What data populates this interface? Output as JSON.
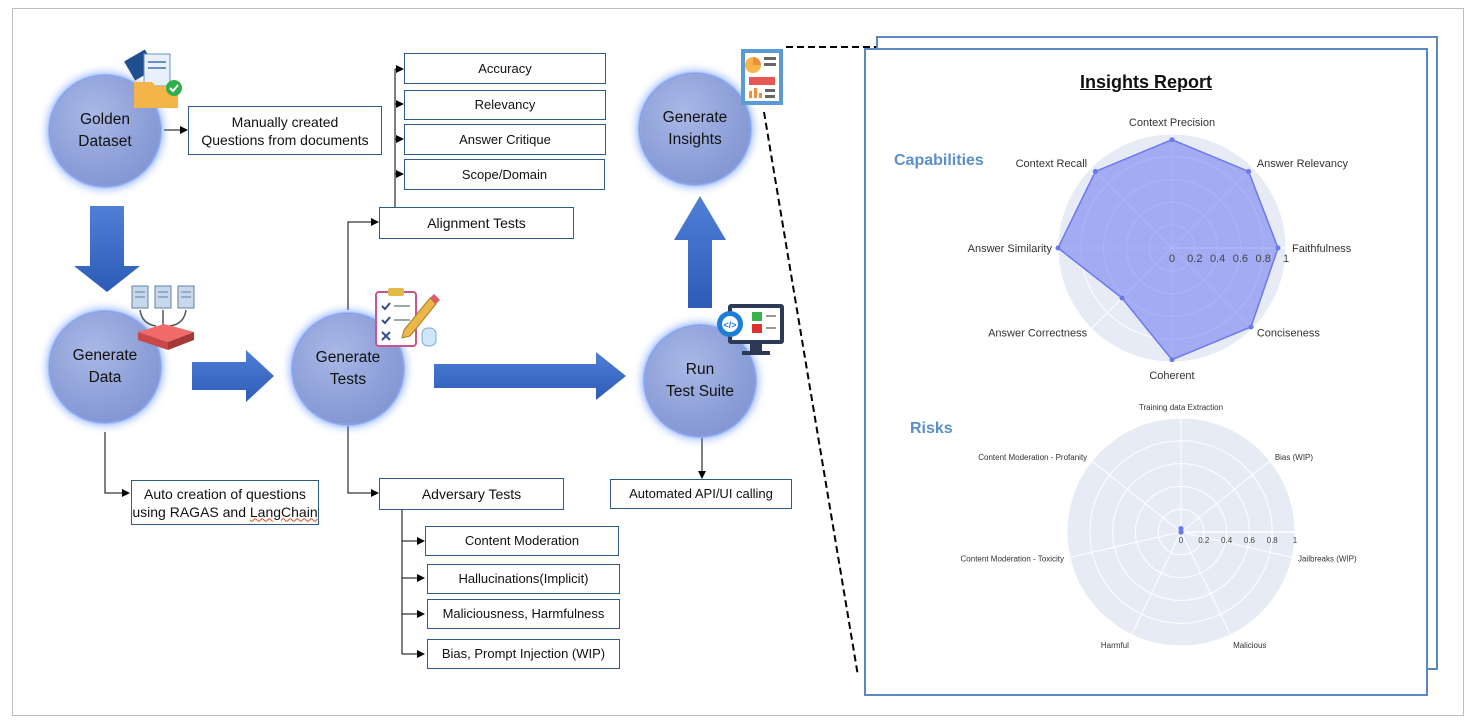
{
  "nodes": {
    "golden_dataset": "Golden\nDataset",
    "generate_data": "Generate\nData",
    "generate_tests": "Generate\nTests",
    "run_test_suite": "Run\nTest Suite",
    "generate_insights": "Generate\nInsights"
  },
  "notes": {
    "manual": "Manually created\nQuestions from documents",
    "auto_line1": "Auto creation of questions",
    "auto_line2_prefix": "using RAGAS and ",
    "auto_line2_word": "LangChain",
    "automated": "Automated API/UI calling"
  },
  "alignment": {
    "label": "Alignment Tests",
    "items": [
      "Accuracy",
      "Relevancy",
      "Answer Critique",
      "Scope/Domain"
    ]
  },
  "adversary": {
    "label": "Adversary Tests",
    "items": [
      "Content Moderation",
      "Hallucinations(Implicit)",
      "Maliciousness, Harmfulness",
      "Bias, Prompt Injection (WIP)"
    ]
  },
  "report": {
    "title": "Insights Report",
    "capabilities_label": "Capabilities",
    "risks_label": "Risks"
  },
  "chart_data": [
    {
      "type": "radar",
      "title": "",
      "axes": [
        "Context Precision",
        "Answer Relevancy",
        "Faithfulness",
        "Conciseness",
        "Coherent",
        "Answer Correctness",
        "Answer Similarity",
        "Context Recall"
      ],
      "values": [
        0.95,
        0.95,
        0.93,
        0.98,
        0.98,
        0.62,
        1.0,
        0.95
      ],
      "radial_ticks": [
        "0",
        "0.2",
        "0.4",
        "0.6",
        "0.8",
        "1"
      ],
      "range": [
        0,
        1
      ],
      "color": "#6b78f0"
    },
    {
      "type": "radar",
      "title": "",
      "axes": [
        "Training data Extraction",
        "Bias (WIP)",
        "Jailbreaks (WIP)",
        "Malicious",
        "Harmful",
        "Content Moderation - Toxicity",
        "Content Moderation - Profanity"
      ],
      "values": [
        0.03,
        0.0,
        0.0,
        0.0,
        0.0,
        0.0,
        0.0
      ],
      "radial_ticks": [
        "0",
        "0.2",
        "0.4",
        "0.6",
        "0.8",
        "1"
      ],
      "range": [
        0,
        1
      ],
      "color": "#6b78f0"
    }
  ]
}
